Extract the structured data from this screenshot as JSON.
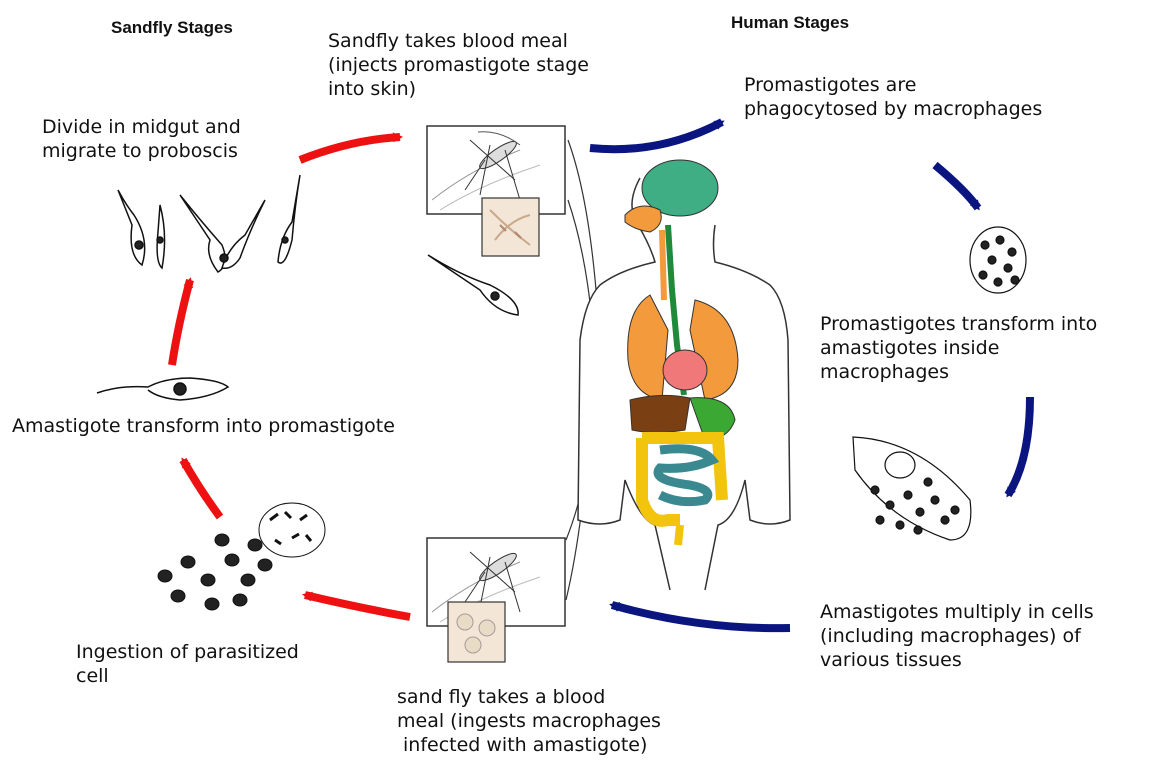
{
  "headers": {
    "sandfly": "Sandfly Stages",
    "human": "Human Stages"
  },
  "labels": {
    "blood_meal_inject": [
      "Sandfly takes blood meal",
      "(injects promastigote stage",
      "into skin)"
    ],
    "phagocytosed": [
      "Promastigotes are",
      "phagocytosed by macrophages"
    ],
    "transform_amastigotes": [
      "Promastigotes transform into",
      "amastigotes inside",
      "macrophages"
    ],
    "multiply": [
      "Amastigotes multiply in cells",
      "(including macrophages) of",
      "various tissues"
    ],
    "blood_meal_ingest": [
      "sand fly takes a blood",
      "meal (ingests macrophages",
      "infected with amastigote)"
    ],
    "ingestion": [
      "Ingestion of parasitized",
      "cell"
    ],
    "transform_promastigote": "Amastigote transform into promastigote",
    "divide_migrate": [
      "Divide in midgut and",
      "migrate to proboscis"
    ]
  },
  "colors": {
    "sandfly_arrow": "#ee1111",
    "human_arrow": "#0b1580",
    "brain": "#3fae85",
    "lungs": "#f29a3c",
    "heart": "#f07878",
    "liver": "#7a3f12",
    "stomach": "#3aa832",
    "small_intestine": "#3a8890",
    "large_intestine": "#f2c40e",
    "esophagus": "#1f8a3a"
  }
}
